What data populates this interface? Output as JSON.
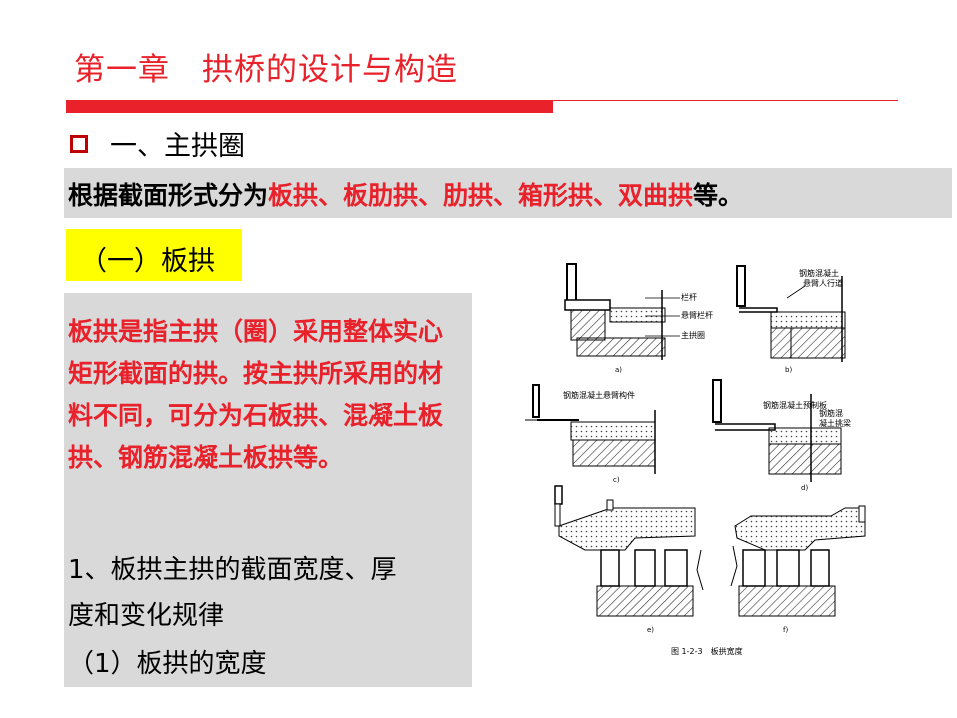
{
  "title": "第一章　拱桥的设计与构造",
  "section": "一、主拱圈",
  "intro": {
    "lead": "根据截面形式分为",
    "types": "板拱、板肋拱、肋拱、箱形拱、双曲拱",
    "tail": "等。"
  },
  "subheading": "（一）板拱",
  "definition": "板拱是指主拱（圈）采用整体实心矩形截面的拱。按主拱所采用的材料不同，可分为石板拱、混凝土板拱、钢筋混凝土板拱等。",
  "point1": [
    "1、板拱主拱的截面宽度、厚",
    "度和变化规律"
  ],
  "point1_1": "（1）板拱的宽度",
  "figure": {
    "labels": {
      "a_railing": "栏杆",
      "a_cantilever": "悬臂栏杆",
      "a_arch": "主拱圈",
      "a_cap": "a)",
      "b_label": "钢筋混凝土\n悬臂人行道",
      "b_cap": "b)",
      "c_label": "钢筋混凝土悬臂构件",
      "c_cap": "c)",
      "d_label1": "钢筋混凝土预制板",
      "d_label2": "钢筋混\n凝土挑梁",
      "d_cap": "d)",
      "e_cap": "e)",
      "f_cap": "f)",
      "caption": "图 1-2-3　板拱宽度"
    }
  },
  "colors": {
    "accent": "#e8212a",
    "band": "#d9d9d9",
    "highlight": "#ffff00"
  }
}
